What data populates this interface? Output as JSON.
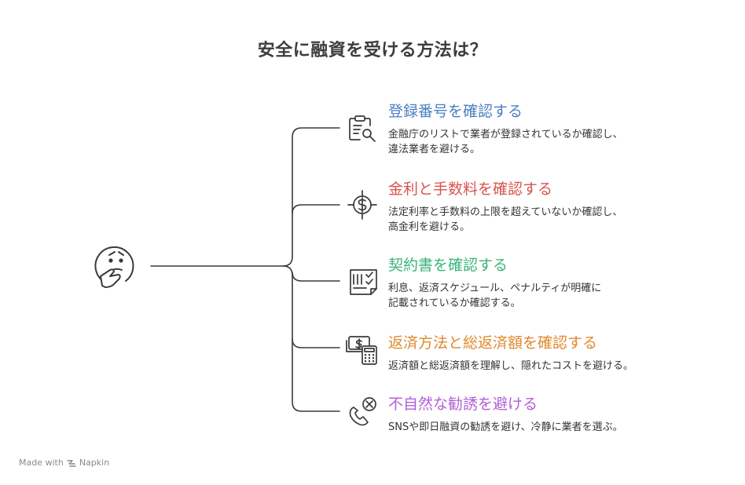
{
  "title": "安全に融資を受ける方法は？",
  "items": [
    {
      "title": "登録番号を確認する",
      "desc": "金融庁のリストで業者が登録されているか確認し、\n違法業者を避ける。",
      "color": "#4a7fc1",
      "icon": "clipboard-search-icon"
    },
    {
      "title": "金利と手数料を確認する",
      "desc": "法定利率と手数料の上限を超えていないか確認し、\n高金利を避ける。",
      "color": "#d9534f",
      "icon": "dollar-target-icon"
    },
    {
      "title": "契約書を確認する",
      "desc": "利息、返済スケジュール、ペナルティが明確に\n記載されているか確認する。",
      "color": "#3db37a",
      "icon": "contract-checklist-icon"
    },
    {
      "title": "返済方法と総返済額を確認する",
      "desc": "返済額と総返済額を理解し、隠れたコストを避ける。",
      "color": "#e08a2e",
      "icon": "cash-calculator-icon"
    },
    {
      "title": "不自然な勧誘を避ける",
      "desc": "SNSや即日融資の勧誘を避け、冷静に業者を選ぶ。",
      "color": "#b25fd6",
      "icon": "phone-cancel-icon"
    }
  ],
  "footer": {
    "made_with": "Made with",
    "brand": "Napkin"
  }
}
